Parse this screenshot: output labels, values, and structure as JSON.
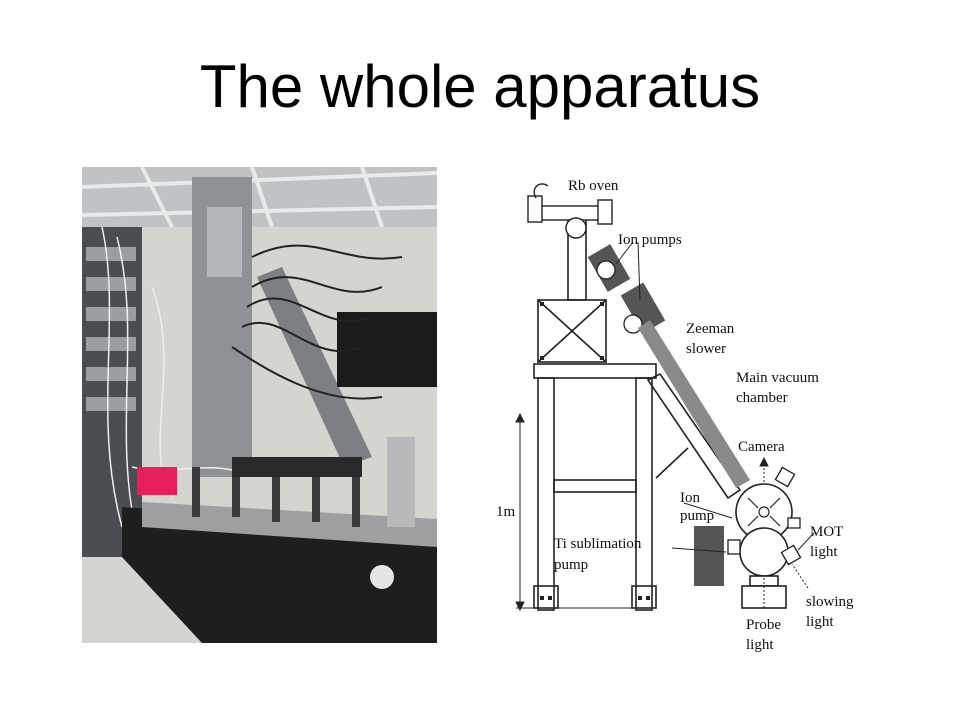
{
  "slide": {
    "title": "The whole apparatus"
  },
  "diagram": {
    "labels": {
      "rb_oven": "Rb oven",
      "ion_pumps": "Ion pumps",
      "zeeman_1": "Zeeman",
      "zeeman_2": "slower",
      "main_1": "Main vacuum",
      "main_2": "chamber",
      "camera": "Camera",
      "ion_pump_1": "Ion",
      "ion_pump_2": "pump",
      "mot_1": "MOT",
      "mot_2": "light",
      "ti_1": "Ti sublimation",
      "ti_2": "pump",
      "scale": "1m",
      "slowing_1": "slowing",
      "slowing_2": "light",
      "probe_1": "Probe",
      "probe_2": "light"
    },
    "colors": {
      "line": "#222222",
      "pump": "#555555",
      "slower_beam": "#8a8a8a"
    }
  },
  "photo": {
    "colors": {
      "background": "#d8d6d0",
      "table": "#1e1e1e",
      "pink": "#e8205a",
      "cables": "#2a2a2a"
    }
  }
}
